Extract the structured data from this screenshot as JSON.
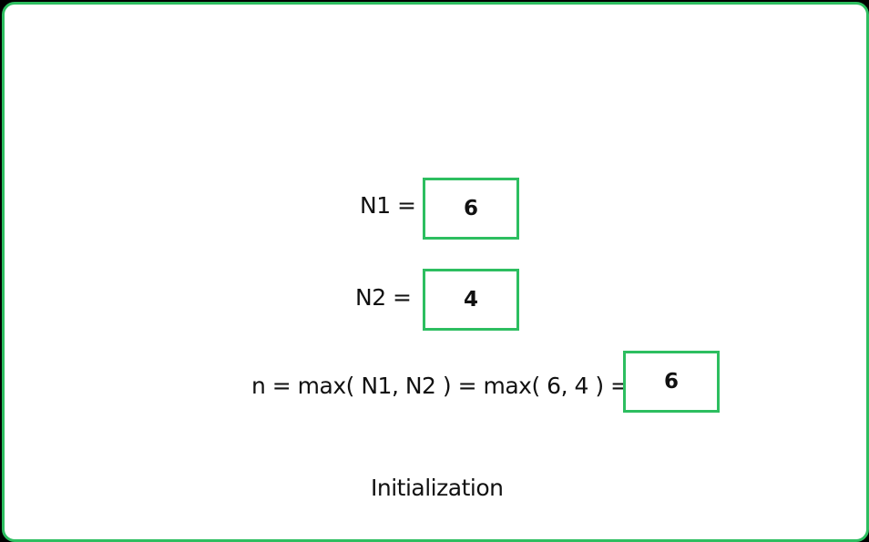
{
  "diagram": {
    "n1_label": "N1 =",
    "n1_value": "6",
    "n2_label": "N2 =",
    "n2_value": "4",
    "n_expression": "n = max( N1, N2 ) = max( 6, 4 ) =",
    "n_value": "6",
    "caption": "Initialization"
  },
  "colors": {
    "accent": "#2dbe60",
    "background": "#ffffff",
    "outer_background": "#000000",
    "text": "#111111"
  }
}
